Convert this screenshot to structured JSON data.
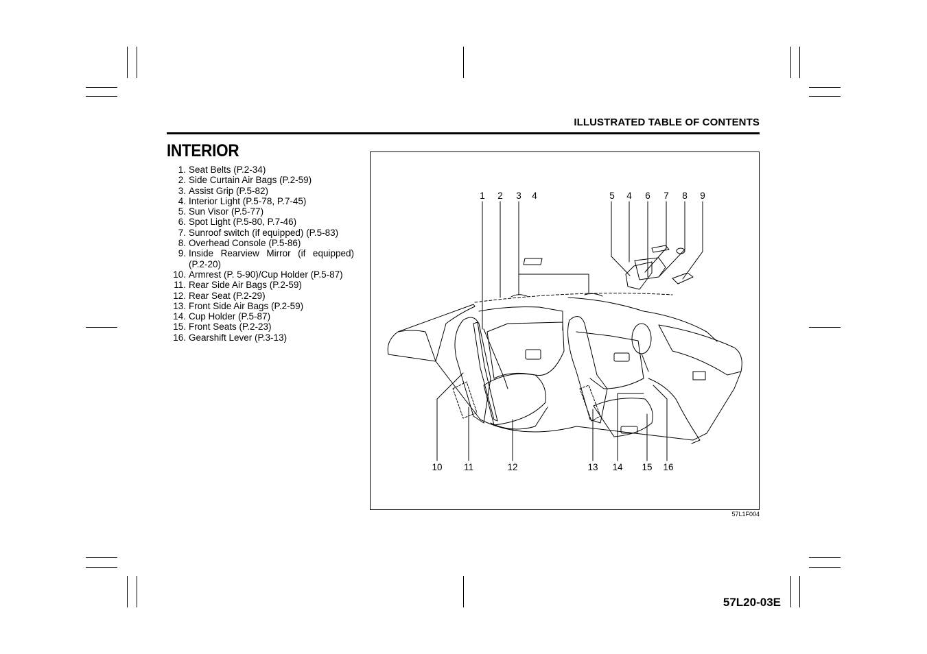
{
  "header": {
    "section": "ILLUSTRATED TABLE OF CONTENTS"
  },
  "title": "INTERIOR",
  "items": [
    {
      "num": "1.",
      "text": "Seat Belts (P.2-34)"
    },
    {
      "num": "2.",
      "text": "Side Curtain Air Bags (P.2-59)"
    },
    {
      "num": "3.",
      "text": "Assist Grip (P.5-82)"
    },
    {
      "num": "4.",
      "text": "Interior Light (P.5-78, P.7-45)"
    },
    {
      "num": "5.",
      "text": "Sun Visor (P.5-77)"
    },
    {
      "num": "6.",
      "text": "Spot Light (P.5-80, P.7-46)"
    },
    {
      "num": "7.",
      "text": "Sunroof switch (if equipped) (P.5-83)"
    },
    {
      "num": "8.",
      "text": "Overhead Console (P.5-86)"
    },
    {
      "num": "9.",
      "text": "Inside Rearview Mirror (if equipped) (P.2-20)"
    },
    {
      "num": "10.",
      "text": "Armrest (P. 5-90)/Cup Holder (P.5-87)"
    },
    {
      "num": "11.",
      "text": "Rear Side Air Bags (P.2-59)"
    },
    {
      "num": "12.",
      "text": "Rear Seat (P.2-29)"
    },
    {
      "num": "13.",
      "text": "Front Side Air Bags (P.2-59)"
    },
    {
      "num": "14.",
      "text": "Cup Holder (P.5-87)"
    },
    {
      "num": "15.",
      "text": "Front Seats (P.2-23)"
    },
    {
      "num": "16.",
      "text": "Gearshift Lever (P.3-13)"
    }
  ],
  "figure": {
    "callouts_top": [
      "1",
      "2",
      "3",
      "4",
      "5",
      "4",
      "6",
      "7",
      "8",
      "9"
    ],
    "callouts_bottom": [
      "10",
      "11",
      "12",
      "13",
      "14",
      "15",
      "16"
    ],
    "code": "57L1F004"
  },
  "footer": {
    "doc_code": "57L20-03E"
  }
}
